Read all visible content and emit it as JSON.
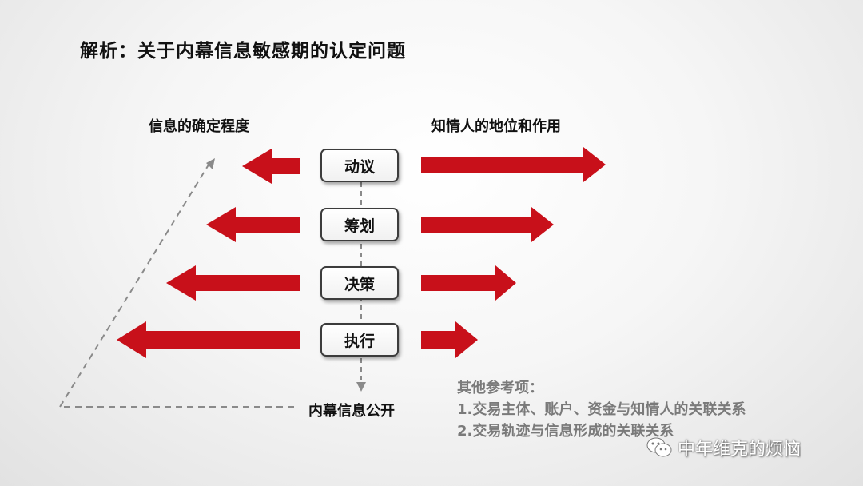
{
  "title": "解析：关于内幕信息敏感期的认定问题",
  "left_label": "信息的确定程度",
  "right_label": "知情人的地位和作用",
  "stages": [
    "动议",
    "筹划",
    "决策",
    "执行"
  ],
  "bottom_label": "内幕信息公开",
  "references": {
    "heading": "其他参考项：",
    "items": [
      "1.交易主体、账户、资金与知情人的关联关系",
      "2.交易轨迹与信息形成的关联关系"
    ]
  },
  "watermark": "中年维克的烦恼",
  "colors": {
    "arrow": "#c8101a",
    "dashed": "#8a8a8a",
    "box_border": "#3c3c3c"
  }
}
